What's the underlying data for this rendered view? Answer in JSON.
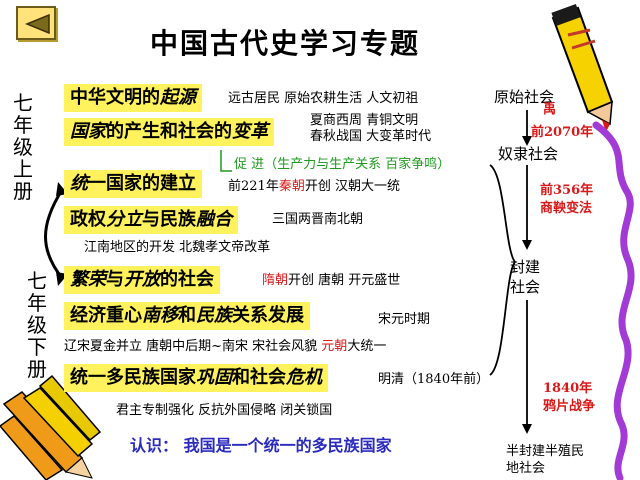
{
  "title": "中国古代史学习专题",
  "grade_upper": [
    "七",
    "年",
    "级",
    "上",
    "册"
  ],
  "grade_lower": [
    "七",
    "年",
    "级",
    "下",
    "册"
  ],
  "topics": [
    {
      "pre": "中华文明的",
      "em": "起源",
      "post": ""
    },
    {
      "pre": "",
      "em": "国家",
      "mid": "的产生和社会的",
      "em2": "变革",
      "post": ""
    },
    {
      "pre": "",
      "em": "统",
      "post": "一国家的建立"
    },
    {
      "pre": "政权",
      "em": "分立",
      "mid": "与民族",
      "em2": "融合",
      "post": ""
    },
    {
      "pre": "",
      "em": "繁荣",
      "mid": "与",
      "em2": "开放",
      "post": "的社会"
    },
    {
      "pre": "经济重心",
      "em": "南移",
      "mid": "和",
      "em2": "民族",
      "post": "关系发展"
    },
    {
      "pre": "统一多民族国家",
      "em": "巩固",
      "mid": "和社会",
      "em2": "危机",
      "post": ""
    }
  ],
  "notes": {
    "n1": "远古居民  原始农耕生活  人文初祖",
    "n2a": "夏商西周  青铜文明",
    "n2b": "春秋战国  大变革时代",
    "n2c": "促 进（生产力与生产关系  百家争鸣）",
    "n3a": "前221年",
    "n3b": "秦朝",
    "n3c": "开创  汉朝大一统",
    "n4": "三国两晋南北朝",
    "n4b": "江南地区的开发      北魏孝文帝改革",
    "n5a": "隋朝",
    "n5b": "开创  唐朝  开元盛世",
    "n6": "宋元时期",
    "n6b1": "辽宋夏金并立    唐朝中后期~南宋    宋社会风貌  ",
    "n6b2": "元朝",
    "n6b3": "大统一",
    "n7": "明清（1840年前）",
    "n7b": "君主专制强化      反抗外国侵略      闭关锁国"
  },
  "stages": {
    "s1": "原始社会",
    "s2": "奴隶社会",
    "s3a": "封建",
    "s3b": "社会",
    "s4a": "半封建半殖民",
    "s4b": "地社会"
  },
  "events": {
    "e1": "禹",
    "e2": "前2070年",
    "e3a": "前356年",
    "e3b": "商鞅变法",
    "e4a": "1840年",
    "e4b": "鸦片战争"
  },
  "conclusion": "认识：  我国是一个统一的多民族国家",
  "colors": {
    "highlight": "#fff25c",
    "red": "#d81a1a",
    "green": "#1f9a1f",
    "blue": "#2a2ac0",
    "purple": "#a23ad6"
  }
}
